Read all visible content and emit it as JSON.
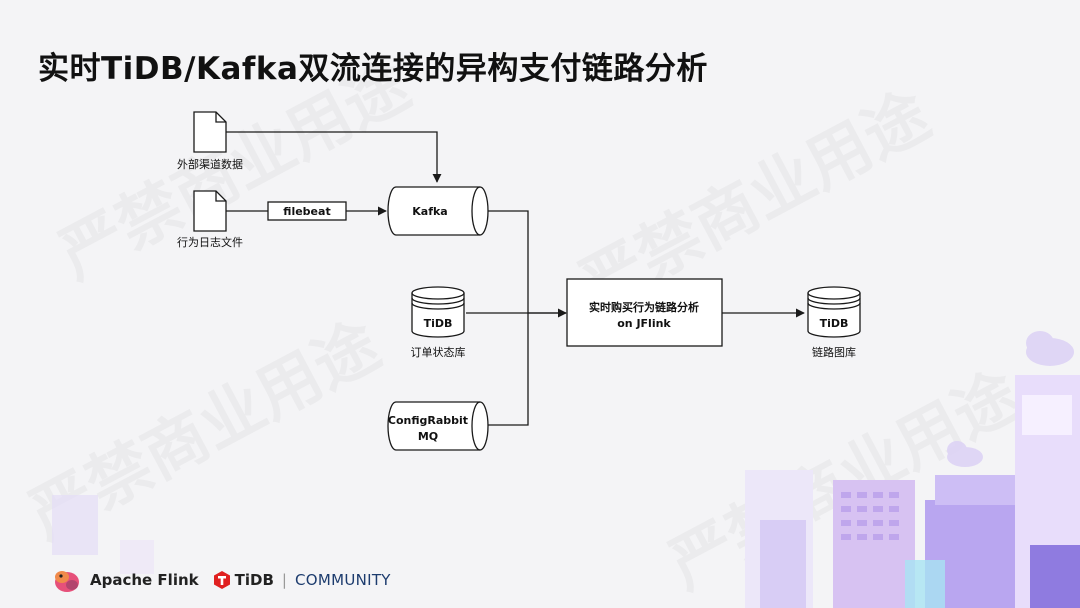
{
  "title": "实时TiDB/Kafka双流连接的异构支付链路分析",
  "watermark_text": "严禁商业用途",
  "nodes": {
    "ext_data": {
      "caption": "外部渠道数据"
    },
    "behavior_log": {
      "caption": "行为日志文件"
    },
    "filebeat": {
      "label": "filebeat"
    },
    "kafka": {
      "label": "Kafka"
    },
    "tidb_order": {
      "label": "TiDB",
      "caption": "订单状态库"
    },
    "rabbitmq": {
      "label_line1": "ConfigRabbit",
      "label_line2": "MQ"
    },
    "flink_job": {
      "label_line1": "实时购买行为链路分析",
      "label_line2": "on JFlink"
    },
    "tidb_graph": {
      "label": "TiDB",
      "caption": "链路图库"
    }
  },
  "footer": {
    "flink_label": "Apache Flink",
    "tidb_label": "TiDB",
    "community_label": "COMMUNITY"
  },
  "colors": {
    "line": "#1a1a1a",
    "accent_purple": "#b9a6f0",
    "tidb_red": "#e02020"
  }
}
